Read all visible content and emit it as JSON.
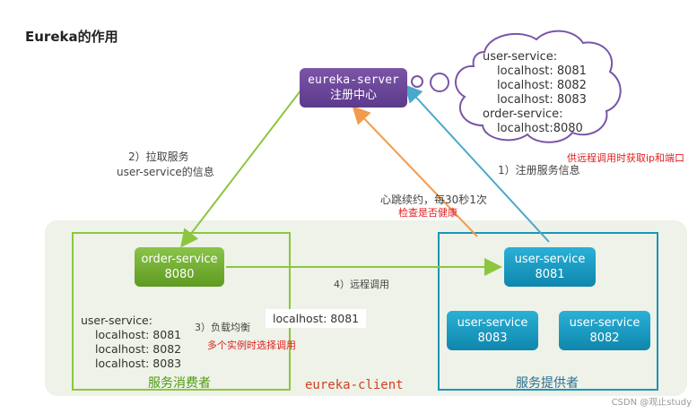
{
  "title": "Eureka的作用",
  "nodes": {
    "eureka_server": {
      "line1": "eureka-server",
      "line2": "注册中心"
    },
    "order_service": {
      "line1": "order-service",
      "line2": "8080"
    },
    "user_service_1": {
      "line1": "user-service",
      "line2": "8081"
    },
    "user_service_2": {
      "line1": "user-service",
      "line2": "8083"
    },
    "user_service_3": {
      "line1": "user-service",
      "line2": "8082"
    }
  },
  "registry_cloud": {
    "lines": [
      "user-service:",
      "localhost: 8081",
      "localhost: 8082",
      "localhost: 8083",
      "order-service:",
      "localhost:8080"
    ]
  },
  "annotations": {
    "pull_step": "2）拉取服务",
    "pull_detail": "user-service的信息",
    "register_step": "1）注册服务信息",
    "register_note": "供远程调用时获取ip和端口",
    "heartbeat": "心跳续约，每30秒1次",
    "heartbeat_note": "检查是否健康",
    "remote_call": "4）远程调用",
    "load_balance": "3）负载均衡",
    "load_balance_note": "多个实例时选择调用",
    "selected_instance": "localhost: 8081"
  },
  "consumer_list": [
    "user-service:",
    "localhost: 8081",
    "localhost: 8082",
    "localhost: 8083"
  ],
  "group_labels": {
    "consumer": "服务消费者",
    "provider": "服务提供者",
    "client": "eureka-client"
  },
  "watermark": "CSDN @观止study",
  "colors": {
    "eureka": "#6a46a0",
    "consumer": "#8cc63f",
    "provider": "#1e94b5",
    "heartbeat_arrow": "#f39a4c",
    "note_red": "#e02020"
  }
}
